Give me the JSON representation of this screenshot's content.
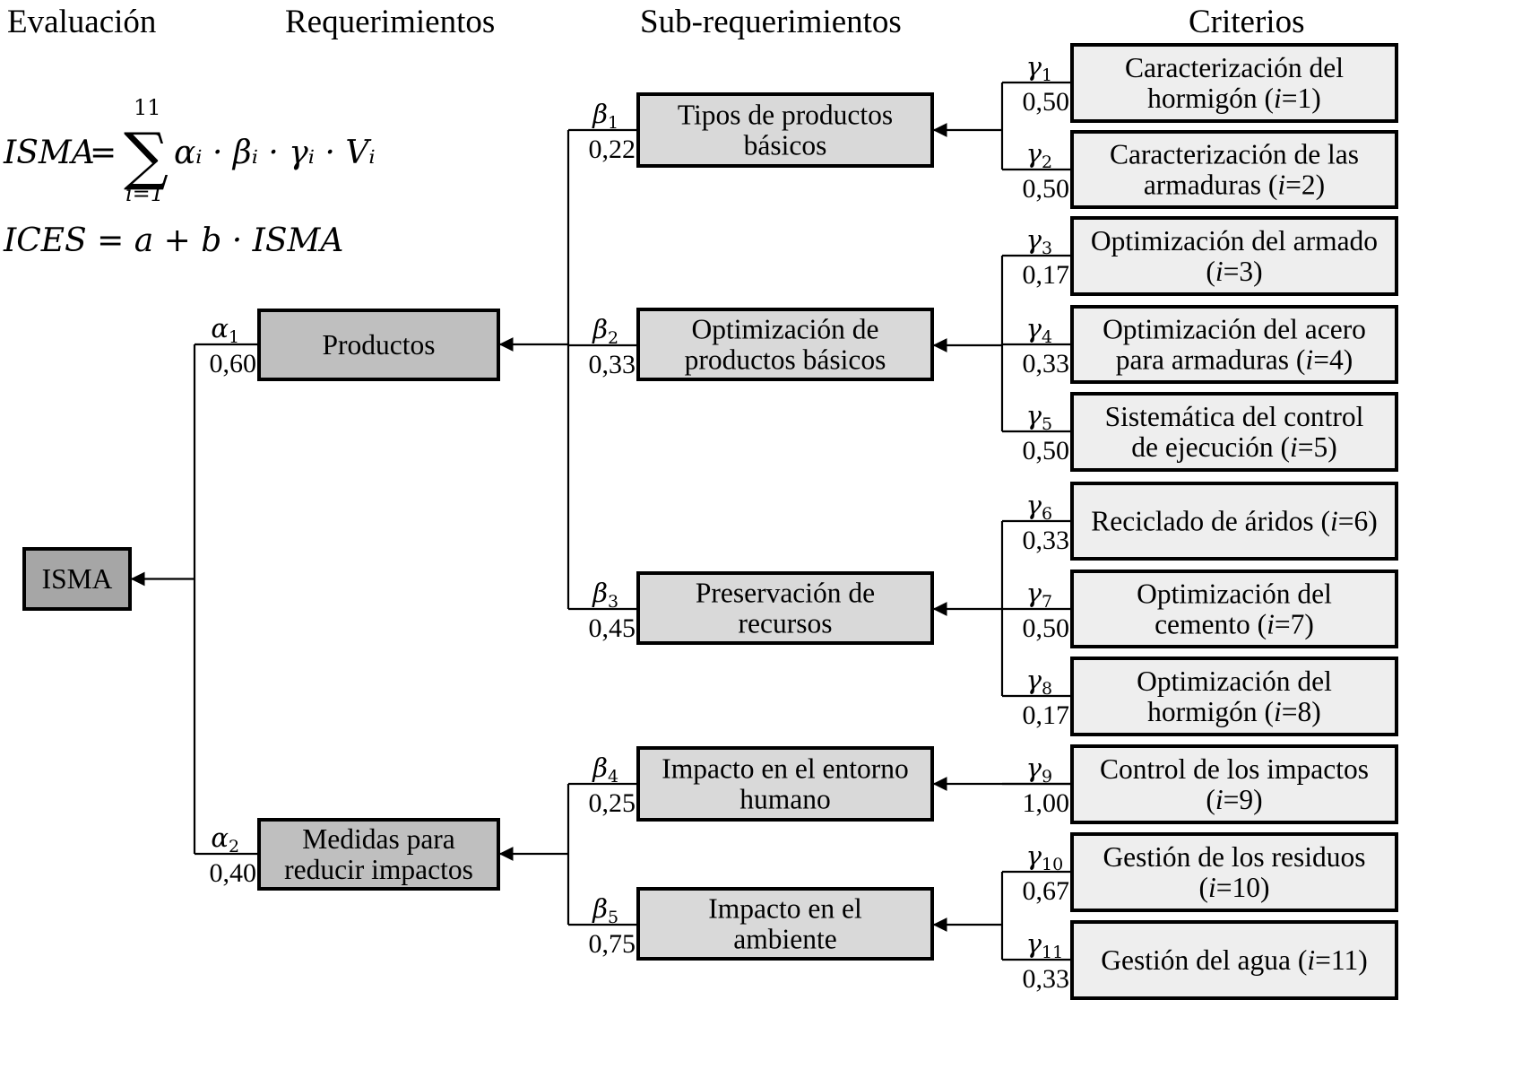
{
  "headers": {
    "evaluation": "Evaluación",
    "requirements": "Requerimientos",
    "subrequirements": "Sub-requerimientos",
    "criteria": "Criterios"
  },
  "formulas": {
    "isma_lhs": "ISMA",
    "isma_sum_upper": "11",
    "isma_sum_lower": "i=1",
    "isma_terms": "αᵢ · βᵢ · γᵢ · Vᵢ",
    "ices": "ICES = a + b · ISMA"
  },
  "root": {
    "label": "ISMA"
  },
  "requirements": [
    {
      "label_lines": [
        "Productos"
      ],
      "weight_symbol": "α",
      "weight_index": "1",
      "weight_value": "0,60"
    },
    {
      "label_lines": [
        "Medidas para",
        "reducir impactos"
      ],
      "weight_symbol": "α",
      "weight_index": "2",
      "weight_value": "0,40"
    }
  ],
  "subrequirements": [
    {
      "label_lines": [
        "Tipos de productos",
        "básicos"
      ],
      "weight_symbol": "β",
      "weight_index": "1",
      "weight_value": "0,22",
      "parent": 0
    },
    {
      "label_lines": [
        "Optimización de",
        "productos básicos"
      ],
      "weight_symbol": "β",
      "weight_index": "2",
      "weight_value": "0,33",
      "parent": 0
    },
    {
      "label_lines": [
        "Preservación de",
        "recursos"
      ],
      "weight_symbol": "β",
      "weight_index": "3",
      "weight_value": "0,45",
      "parent": 0
    },
    {
      "label_lines": [
        "Impacto en el entorno",
        "humano"
      ],
      "weight_symbol": "β",
      "weight_index": "4",
      "weight_value": "0,25",
      "parent": 1
    },
    {
      "label_lines": [
        "Impacto en el",
        "ambiente"
      ],
      "weight_symbol": "β",
      "weight_index": "5",
      "weight_value": "0,75",
      "parent": 1
    }
  ],
  "criteria": [
    {
      "label_lines": [
        "Caracterización del",
        "hormigón (i=1)"
      ],
      "weight_symbol": "γ",
      "weight_index": "1",
      "weight_value": "0,50",
      "parent": 0
    },
    {
      "label_lines": [
        "Caracterización de las",
        "armaduras (i=2)"
      ],
      "weight_symbol": "γ",
      "weight_index": "2",
      "weight_value": "0,50",
      "parent": 0
    },
    {
      "label_lines": [
        "Optimización del armado",
        "(i=3)"
      ],
      "weight_symbol": "γ",
      "weight_index": "3",
      "weight_value": "0,17",
      "parent": 1
    },
    {
      "label_lines": [
        "Optimización del acero",
        "para armaduras (i=4)"
      ],
      "weight_symbol": "γ",
      "weight_index": "4",
      "weight_value": "0,33",
      "parent": 1
    },
    {
      "label_lines": [
        "Sistemática del control",
        "de ejecución (i=5)"
      ],
      "weight_symbol": "γ",
      "weight_index": "5",
      "weight_value": "0,50",
      "parent": 1
    },
    {
      "label_lines": [
        "Reciclado de áridos (i=6)"
      ],
      "weight_symbol": "γ",
      "weight_index": "6",
      "weight_value": "0,33",
      "parent": 2
    },
    {
      "label_lines": [
        "Optimización del",
        "cemento (i=7)"
      ],
      "weight_symbol": "γ",
      "weight_index": "7",
      "weight_value": "0,50",
      "parent": 2
    },
    {
      "label_lines": [
        "Optimización del",
        "hormigón (i=8)"
      ],
      "weight_symbol": "γ",
      "weight_index": "8",
      "weight_value": "0,17",
      "parent": 2
    },
    {
      "label_lines": [
        "Control de los impactos",
        "(i=9)"
      ],
      "weight_symbol": "γ",
      "weight_index": "9",
      "weight_value": "1,00",
      "parent": 3
    },
    {
      "label_lines": [
        "Gestión de los residuos",
        "(i=10)"
      ],
      "weight_symbol": "γ",
      "weight_index": "10",
      "weight_value": "0,67",
      "parent": 4
    },
    {
      "label_lines": [
        "Gestión del agua (i=11)"
      ],
      "weight_symbol": "γ",
      "weight_index": "11",
      "weight_value": "0,33",
      "parent": 4
    }
  ],
  "colors": {
    "root_fill": "#a6a6a6",
    "requirement_fill": "#bfbfbf",
    "subrequirement_fill": "#d9d9d9",
    "criteria_fill": "#eeeeee",
    "stroke": "#000000"
  }
}
